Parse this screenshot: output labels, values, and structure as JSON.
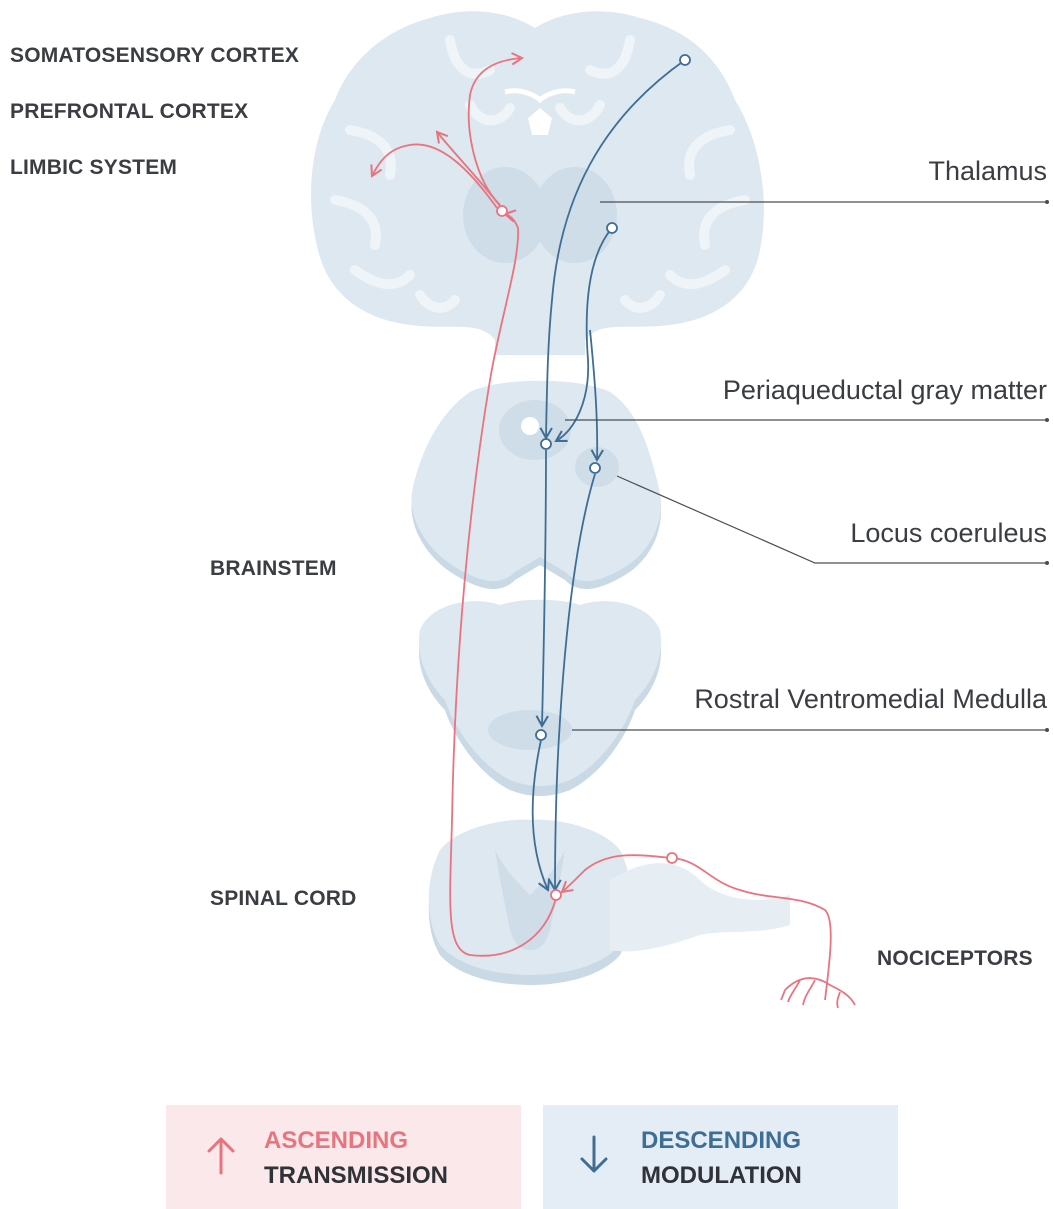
{
  "colors": {
    "tissue": "#dde8f0",
    "tissue_dark": "#c9d9e5",
    "tissue_core": "#cfdde8",
    "ascending": "#e8747f",
    "descending": "#3f6e94",
    "text": "#3a3d42",
    "legend_asc_bg": "#fbe8ea",
    "legend_desc_bg": "#e4edf5"
  },
  "regions": {
    "somatosensory": "SOMATOSENSORY CORTEX",
    "prefrontal": "PREFRONTAL CORTEX",
    "limbic": "LIMBIC SYSTEM",
    "brainstem": "BRAINSTEM",
    "spinal": "SPINAL CORD",
    "nociceptors": "NOCICEPTORS"
  },
  "structures": {
    "thalamus": "Thalamus",
    "pag": "Periaqueductal gray matter",
    "locus": "Locus coeruleus",
    "rvm": "Rostral Ventromedial Medulla"
  },
  "legend": {
    "ascending": {
      "line1": "ASCENDING",
      "line2": "TRANSMISSION",
      "icon": "arrow-up-icon"
    },
    "descending": {
      "line1": "DESCENDING",
      "line2": "MODULATION",
      "icon": "arrow-down-icon"
    }
  }
}
